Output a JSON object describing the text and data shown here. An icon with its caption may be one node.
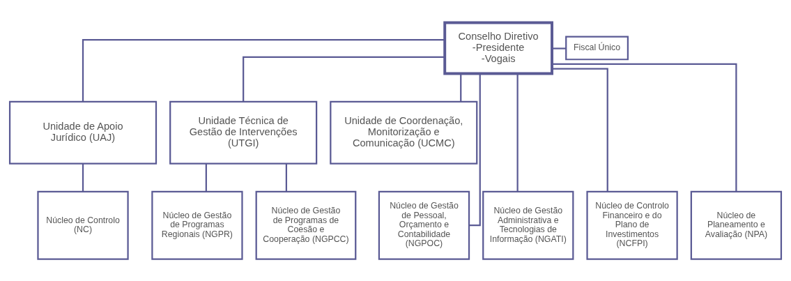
{
  "diagram": {
    "nodes": [
      {
        "text": [
          "Conselho Diretivo",
          "-Presidente -Vogais"
        ]
      },
      {
        "text": [
          "Fiscal Único"
        ]
      },
      {
        "text": [
          "Unidade de Apoio Jurídico (UAJ)"
        ]
      },
      {
        "text": [
          "Unidade Técnica de Gestão de Intervenções (UTGI)"
        ]
      },
      {
        "text": [
          "Unidade de Coordenação, Monitorização e Comunicação (UCMC)"
        ]
      },
      {
        "text": [
          "Núcleo de Gestão de Pessoal, Orçamento e Contabilidade (NGPOC)"
        ]
      },
      {
        "text": [
          "Núcleo de Gestão Administrativa e Tecnologias de Informação (NGATI)"
        ]
      },
      {
        "text": [
          "Núcleo de Controlo Financeiro e do Plano de Investimentos (NCFPI)"
        ]
      },
      {
        "text": [
          "Núcleo de Planeamento e Avaliação (NPA)"
        ]
      },
      {
        "text": [
          "Núcleo de Controlo (NC)"
        ]
      },
      {
        "text": [
          "Núcleo de Gestão de Programas Regionais (NGPR)"
        ]
      },
      {
        "text": [
          "Núcleo de Gestão de Programas de Coesão e Cooperação (NGPCC)"
        ]
      }
    ],
    "edges": [
      {
        "from": 0,
        "to": 1,
        "arrow": "none"
      },
      {
        "from": 0,
        "to": 2,
        "arrow": "none"
      },
      {
        "from": 0,
        "to": 3,
        "arrow": "none"
      },
      {
        "from": 0,
        "to": 4,
        "arrow": "none"
      },
      {
        "from": 0,
        "to": 5,
        "arrow": "none"
      },
      {
        "from": 0,
        "to": 6,
        "arrow": "none"
      },
      {
        "from": 0,
        "to": 7,
        "arrow": "none"
      },
      {
        "from": 0,
        "to": 8,
        "arrow": "none"
      },
      {
        "from": 2,
        "to": 9,
        "arrow": "none"
      },
      {
        "from": 3,
        "to": 10,
        "arrow": "none"
      },
      {
        "from": 3,
        "to": 11,
        "arrow": "none"
      }
    ]
  }
}
